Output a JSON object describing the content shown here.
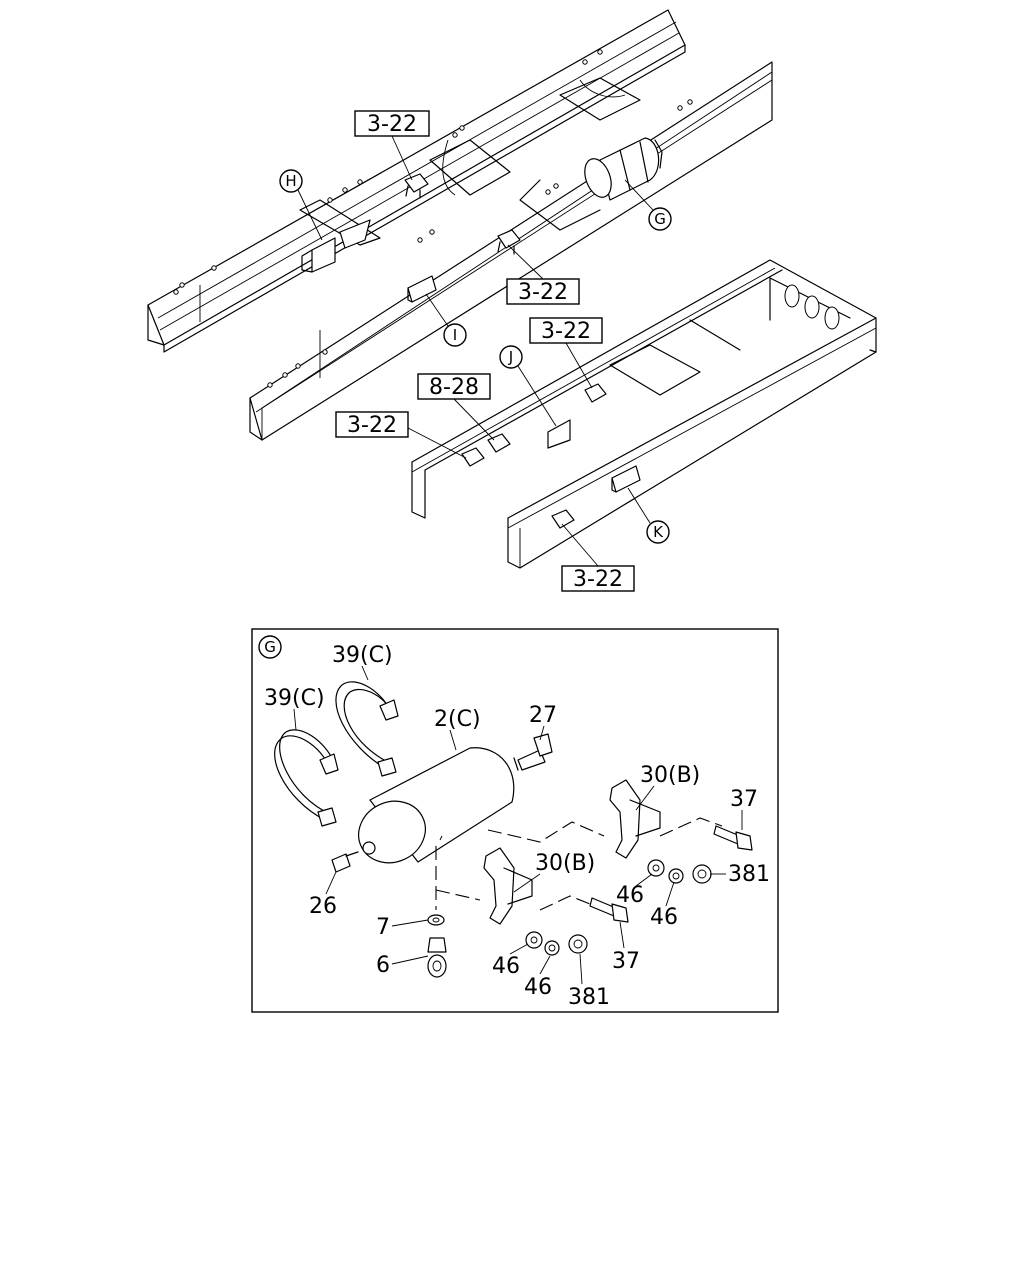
{
  "callouts": {
    "ref_a": "3-22",
    "ref_b": "3-22",
    "ref_c": "3-22",
    "ref_d": "8-28",
    "ref_e": "3-22",
    "ref_f": "3-22"
  },
  "circles": {
    "H": "H",
    "G": "G",
    "I": "I",
    "J": "J",
    "K": "K",
    "detail": "G"
  },
  "parts": {
    "p39a": "39(C)",
    "p39b": "39(C)",
    "p2": "2(C)",
    "p27": "27",
    "p30a": "30(B)",
    "p37a": "37",
    "p381a": "381",
    "p46a": "46",
    "p46b": "46",
    "p26": "26",
    "p30b": "30(B)",
    "p7": "7",
    "p6": "6",
    "p37b": "37",
    "p46c": "46",
    "p46d": "46",
    "p381b": "381"
  }
}
